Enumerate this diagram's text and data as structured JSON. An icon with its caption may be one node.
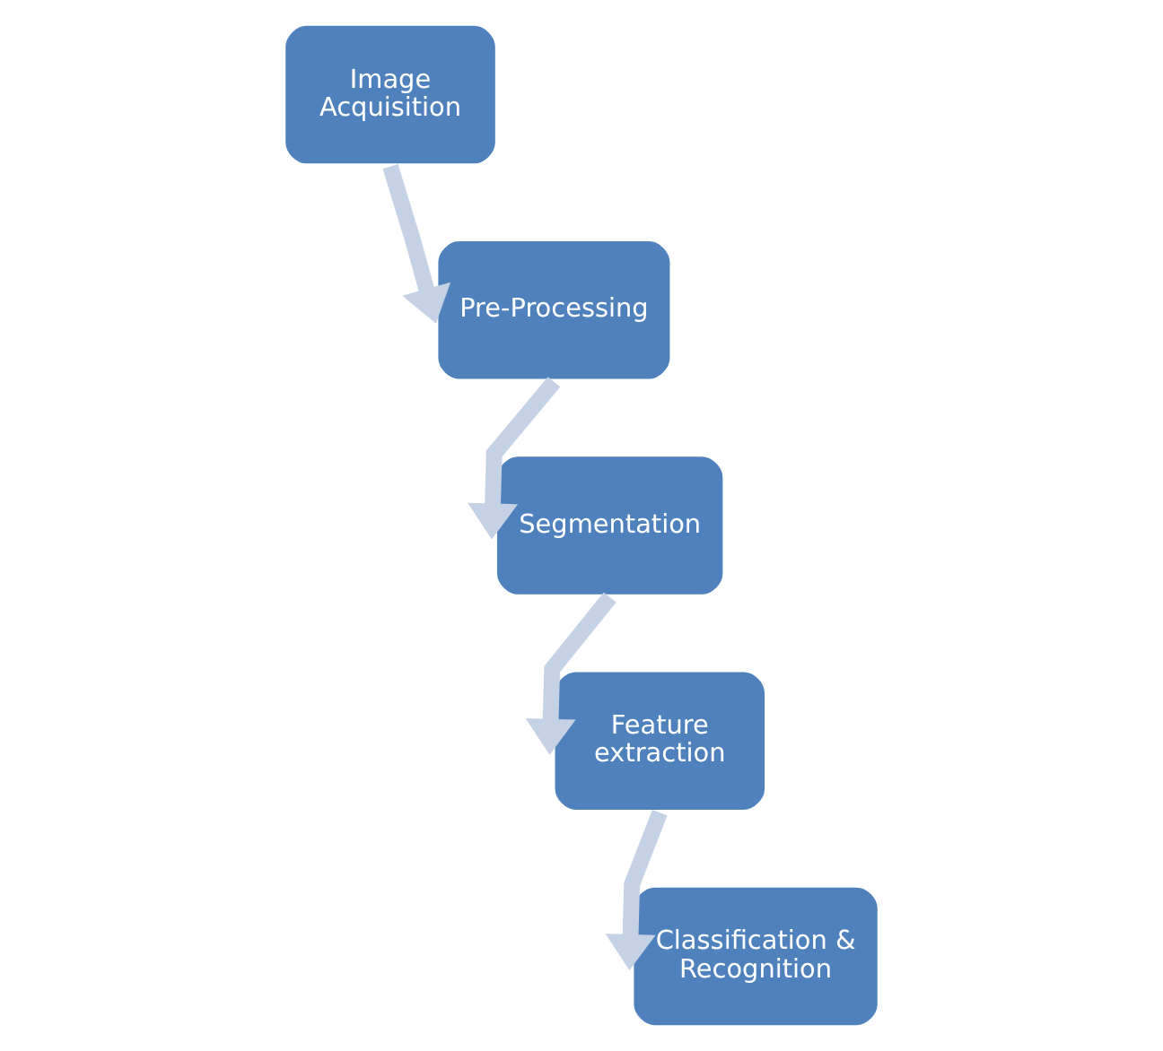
{
  "diagram": {
    "nodes": [
      {
        "text": [
          "Image Acquisition"
        ]
      },
      {
        "text": [
          "Pre-Processing"
        ]
      },
      {
        "text": [
          "Segmentation"
        ]
      },
      {
        "text": [
          "Feature extraction"
        ]
      },
      {
        "text": [
          "Classification & Recognition"
        ]
      }
    ],
    "edges": [
      {
        "from": 0,
        "to": 1,
        "arrow": "to"
      },
      {
        "from": 1,
        "to": 2,
        "arrow": "to"
      },
      {
        "from": 2,
        "to": 3,
        "arrow": "to"
      },
      {
        "from": 3,
        "to": 4,
        "arrow": "to"
      }
    ]
  }
}
